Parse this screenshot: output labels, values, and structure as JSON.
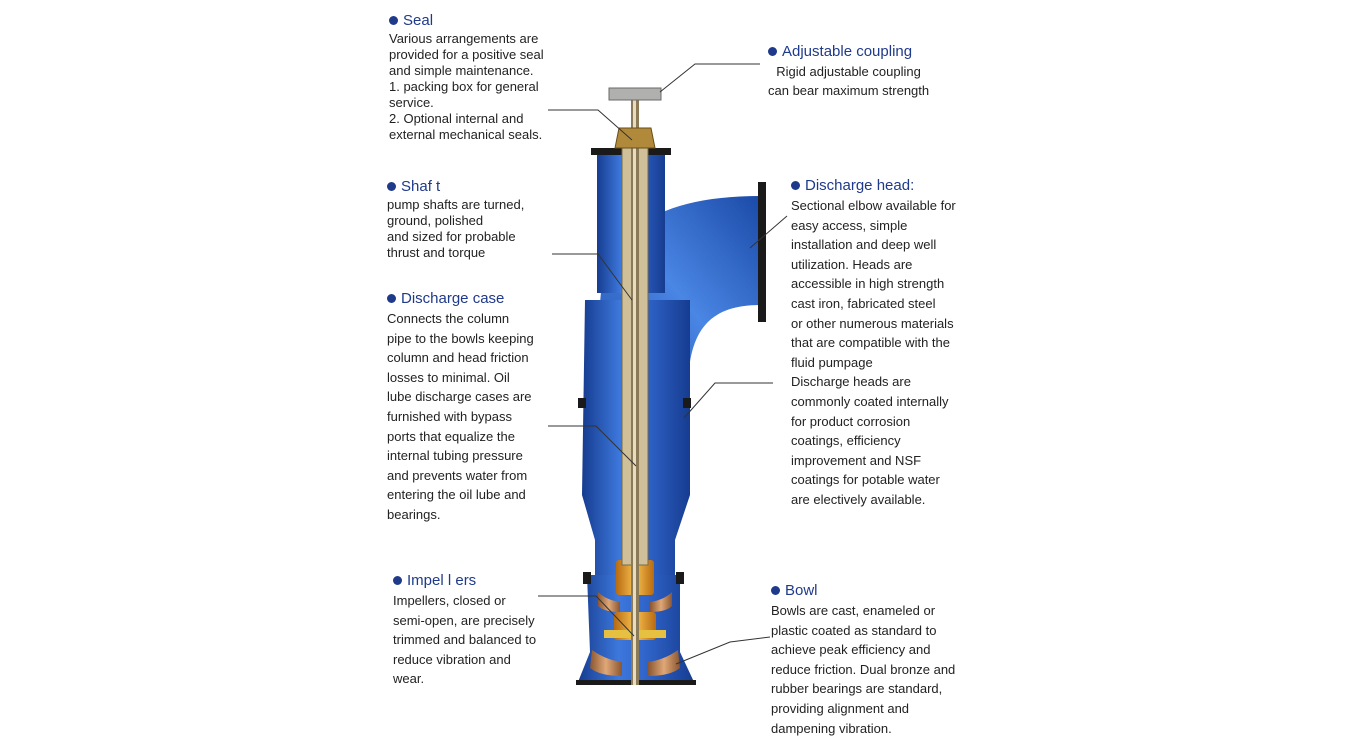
{
  "colors": {
    "heading": "#1f3a8a",
    "body_text": "#222222",
    "pipe_blue": "#2f63c8",
    "pipe_dark": "#163c90",
    "shaft_tan": "#d8c89a",
    "impeller_orange": "#e39a2a",
    "bronze": "#c98a5a",
    "leader_line": "#333333"
  },
  "callouts": {
    "seal": {
      "title": "Seal",
      "body": "Various arrangements are\nprovided for a positive seal\nand simple maintenance.\n1. packing box for general\nservice.\n2. Optional internal and\nexternal mechanical seals."
    },
    "coupling": {
      "title": "Adjustable coupling",
      "body": "Rigid adjustable coupling\ncan bear  maximum strength"
    },
    "shaft": {
      "title": "Shaf t",
      "body": "pump shafts are turned,\nground, polished\nand sized for probable\nthrust  and torque"
    },
    "discharge_head": {
      "title": "Discharge head:",
      "body": "Sectional elbow available for\neasy access, simple\ninstallation and deep well\nutilization. Heads are\naccessible in high strength\ncast iron, fabricated steel\nor other numerous materials\nthat are compatible with  the\nfluid pumpage\nDischarge heads are\ncommonly coated internally\nfor product corrosion\ncoatings, efficiency\nimprovement  and NSF\ncoatings for potable water\nare electively available."
    },
    "discharge_case": {
      "title": "Discharge case",
      "body": "Connects the column\npipe to the bowls keeping\ncolumn and head friction\nlosses to minimal.  Oil\nlube discharge cases are\nfurnished with bypass\nports that equalize the\ninternal tubing pressure\nand prevents water from\nentering the oil lube and\nbearings."
    },
    "impellers": {
      "title": "Impel l ers",
      "body": "Impellers, closed or\nsemi-open, are precisely\ntrimmed and balanced to\nreduce vibration and\nwear."
    },
    "bowl": {
      "title": "Bowl",
      "body": "Bowls are cast, enameled or\nplastic coated as standard to\nachieve peak efficiency and\nreduce friction. Dual bronze and\nrubber bearings are standard,\nproviding alignment and\ndampening vibration."
    }
  }
}
